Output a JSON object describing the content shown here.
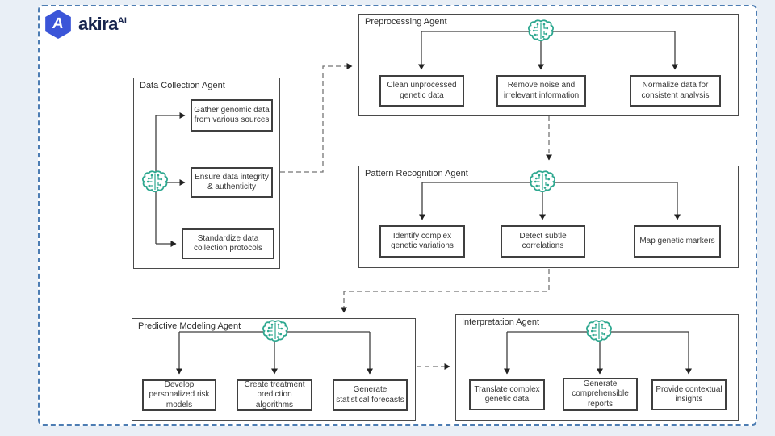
{
  "logo": {
    "brand": "akira",
    "superscript": "AI",
    "icon": "hexagon-a-badge",
    "badge_letter": "A"
  },
  "agents": [
    {
      "id": "data-collection-agent",
      "title": "Data Collection Agent",
      "icon": "ai-brain-circuit-icon",
      "tasks": [
        "Gather genomic data from various sources",
        "Ensure data integrity & authenticity",
        "Standardize data collection protocols"
      ]
    },
    {
      "id": "preprocessing-agent",
      "title": "Preprocessing Agent",
      "icon": "ai-brain-circuit-icon",
      "tasks": [
        "Clean unprocessed genetic data",
        "Remove noise and irrelevant information",
        "Normalize data for consistent analysis"
      ]
    },
    {
      "id": "pattern-recognition-agent",
      "title": "Pattern Recognition Agent",
      "icon": "ai-brain-circuit-icon",
      "tasks": [
        "Identify complex genetic variations",
        "Detect subtle correlations",
        "Map genetic markers"
      ]
    },
    {
      "id": "predictive-modeling-agent",
      "title": "Predictive Modeling Agent",
      "icon": "ai-brain-circuit-icon",
      "tasks": [
        "Develop personalized risk models",
        "Create treatment prediction algorithms",
        "Generate statistical forecasts"
      ]
    },
    {
      "id": "interpretation-agent",
      "title": "Interpretation Agent",
      "icon": "ai-brain-circuit-icon",
      "tasks": [
        "Translate complex genetic data",
        "Generate comprehensible reports",
        "Provide contextual insights"
      ]
    }
  ],
  "flow": [
    "data-collection-agent -> preprocessing-agent",
    "preprocessing-agent -> pattern-recognition-agent",
    "pattern-recognition-agent -> predictive-modeling-agent",
    "predictive-modeling-agent -> interpretation-agent"
  ],
  "colors": {
    "canvas_bg": "#e9eff6",
    "panel_bg": "#ffffff",
    "panel_dashed_border": "#4d7db3",
    "box_border": "#3f3f3f",
    "text": "#363636",
    "brain_teal": "#2ea890",
    "logo_blue": "#3b55d8",
    "logo_navy": "#18254e",
    "connector_dashed": "#757575"
  }
}
